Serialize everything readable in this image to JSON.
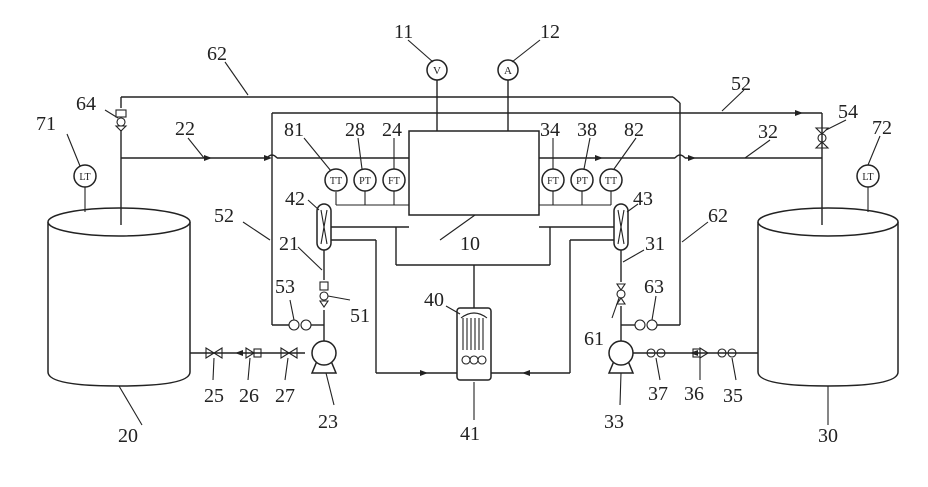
{
  "diagram": {
    "labels": {
      "l10": "10",
      "l11": "11",
      "l12": "12",
      "l20": "20",
      "l21": "21",
      "l22": "22",
      "l23": "23",
      "l24": "24",
      "l25": "25",
      "l26": "26",
      "l27": "27",
      "l28": "28",
      "l30": "30",
      "l31": "31",
      "l32": "32",
      "l33": "33",
      "l34": "34",
      "l35": "35",
      "l36": "36",
      "l37": "37",
      "l38": "38",
      "l40": "40",
      "l41": "41",
      "l42": "42",
      "l43": "43",
      "l51": "51",
      "l52a": "52",
      "l52b": "52",
      "l53": "53",
      "l54": "54",
      "l61": "61",
      "l62a": "62",
      "l62b": "62",
      "l63": "63",
      "l64": "64",
      "l71": "71",
      "l72": "72",
      "l81": "81",
      "l82": "82"
    },
    "instruments": {
      "voltmeter": "V",
      "ammeter": "A",
      "level_left": "LT",
      "level_right": "LT",
      "temp_left": "TT",
      "pressure_left": "PT",
      "flow_left": "FT",
      "flow_right": "FT",
      "pressure_right": "PT",
      "temp_right": "TT"
    }
  }
}
